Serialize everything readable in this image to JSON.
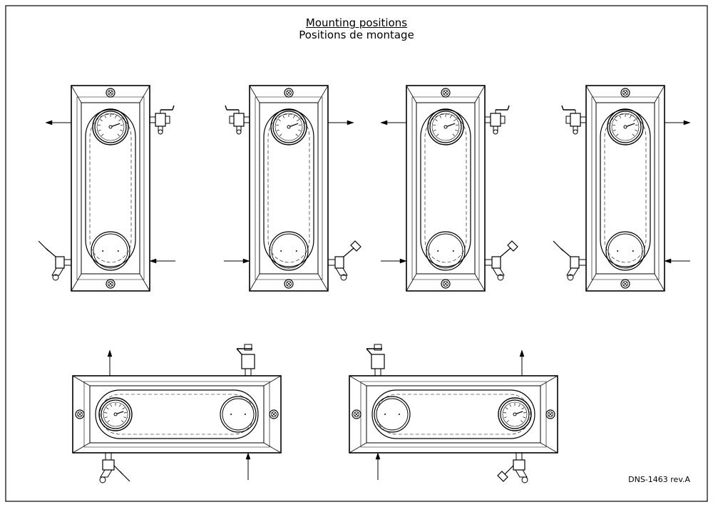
{
  "title": {
    "line1": "Mounting positions",
    "line2": "Positions de montage"
  },
  "drawing_ref": "DNS-1463 rev.A",
  "units": {
    "vertical": [
      {
        "valve_top": "right",
        "valve_bottom": "left",
        "arrow_out": "left",
        "arrow_in": "right"
      },
      {
        "valve_top": "left",
        "valve_bottom": "right",
        "arrow_out": "right",
        "arrow_in": "left"
      },
      {
        "valve_top": "right",
        "valve_bottom": "right",
        "arrow_out": "left",
        "arrow_in": "left"
      },
      {
        "valve_top": "left",
        "valve_bottom": "left",
        "arrow_out": "right",
        "arrow_in": "right"
      }
    ],
    "horizontal": [
      {
        "gauge_side": "left",
        "arrow_up": "left",
        "arrow_in": "right",
        "valve_top": "right",
        "valve_bottom": "left"
      },
      {
        "gauge_side": "right",
        "arrow_up": "right",
        "arrow_in": "left",
        "valve_top": "left",
        "valve_bottom": "right"
      }
    ]
  },
  "line_color": "#000000"
}
